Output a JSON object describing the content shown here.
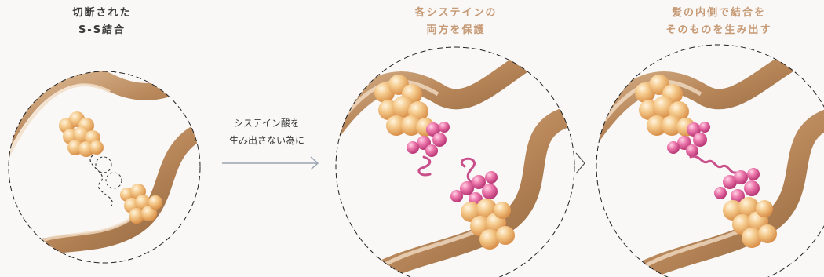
{
  "panel1": {
    "title_line1": "切断された",
    "title_line2": "S-S結合"
  },
  "panel2": {
    "title_line1": "各システインの",
    "title_line2": "両方を保護"
  },
  "panel3": {
    "title_line1": "髪の内側で結合を",
    "title_line2": "そのものを生み出す"
  },
  "middle_caption": {
    "line1": "システイン酸を",
    "line2": "生み出さない為に"
  },
  "colors": {
    "title_dark": "#3a3a3a",
    "title_accent": "#c79a76",
    "ribbon": "#b8875a",
    "bead_orange": "#f0b870",
    "bead_pink": "#e0609a",
    "arrow": "#9aa4b2"
  }
}
